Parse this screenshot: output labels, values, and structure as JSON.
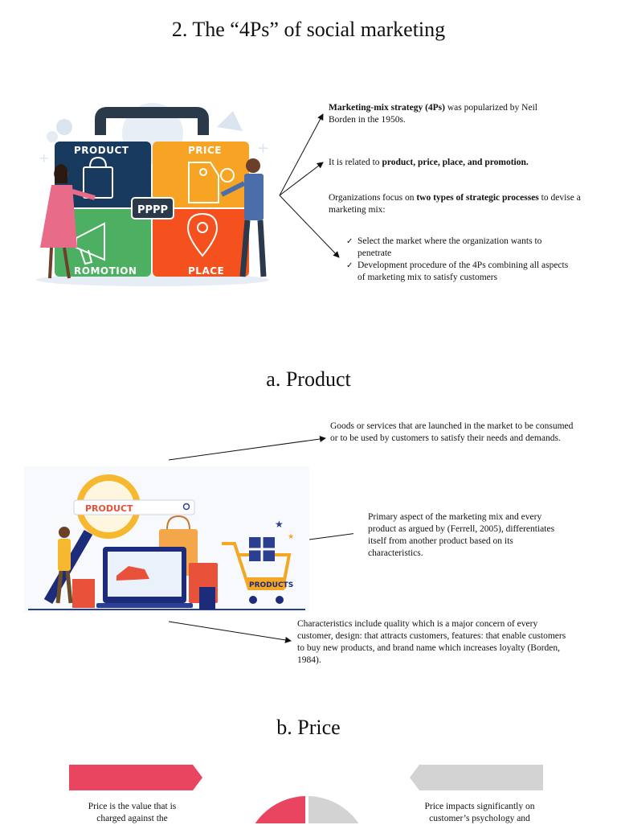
{
  "section1": {
    "title": "2. The “4Ps” of social marketing",
    "illustration": {
      "tiles": {
        "product": "PRODUCT",
        "price": "PRICE",
        "promotion": "ROMOTION",
        "place": "PLACE"
      },
      "center_badge": "PPPP",
      "colors": {
        "product": "#173a5e",
        "price": "#f7a424",
        "promotion": "#4caf61",
        "place": "#f4511e",
        "handle": "#2b3a4a"
      }
    },
    "p1": {
      "bold": "Marketing-mix strategy (4Ps)",
      "rest": " was popularized by Neil Borden in the 1950s."
    },
    "p2": {
      "pre": "It is related to ",
      "bold": "product, price, place, and promotion."
    },
    "p3": {
      "pre": "Organizations focus on ",
      "bold": "two types of strategic processes",
      "rest": " to devise a marketing mix:"
    },
    "checklist": [
      "Select the market where the organization wants to penetrate",
      "Development procedure of the 4Ps combining all aspects of marketing mix to satisfy customers"
    ]
  },
  "section2": {
    "title": "a. Product",
    "illustration": {
      "search_text": "PRODUCT",
      "cart_text": "PRODUCTS"
    },
    "p1": "Goods or services that are launched in the market to be consumed or to be used by customers to satisfy their needs and demands.",
    "p2": "Primary aspect of the marketing mix and every product as argued by (Ferrell, 2005), differentiates itself from another product based on its characteristics.",
    "p3": "Characteristics include quality which is a major concern of every customer, design: that attracts customers, features: that enable customers to buy new products, and brand name which increases loyalty (Borden, 1984)."
  },
  "section3": {
    "title": "b. Price",
    "left_text": "Price is the value that is charged against the",
    "right_text": "Price impacts significantly on customer’s psychology and",
    "colors": {
      "left": "#e94560",
      "right": "#d3d3d3"
    }
  }
}
